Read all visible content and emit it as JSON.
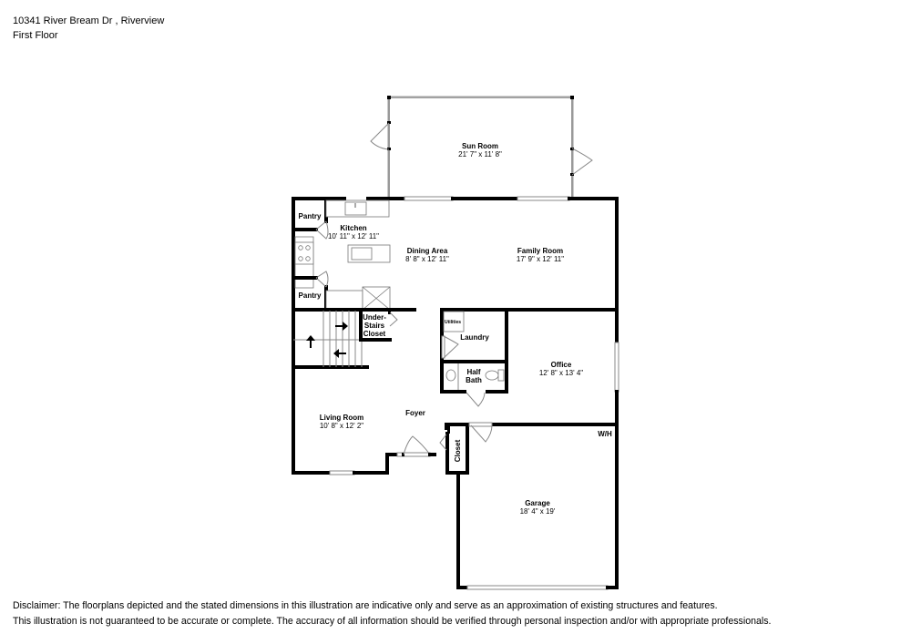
{
  "header": {
    "address": "10341 River Bream Dr , Riverview",
    "floor": "First Floor"
  },
  "rooms": {
    "sun_room": {
      "name": "Sun Room",
      "dims": "21' 7\" x 11' 8\""
    },
    "kitchen": {
      "name": "Kitchen",
      "dims": "10' 11\" x 12' 11\""
    },
    "dining_area": {
      "name": "Dining Area",
      "dims": "8' 8\" x 12' 11\""
    },
    "family_room": {
      "name": "Family Room",
      "dims": "17' 9\" x 12' 11\""
    },
    "pantry_top": {
      "name": "Pantry"
    },
    "pantry_bottom": {
      "name": "Pantry"
    },
    "under_stairs_closet": {
      "line1": "Under-",
      "line2": "Stairs",
      "line3": "Closet"
    },
    "utilities": {
      "name": "Utilities"
    },
    "laundry": {
      "name": "Laundry"
    },
    "half_bath": {
      "line1": "Half",
      "line2": "Bath"
    },
    "office": {
      "name": "Office",
      "dims": "12' 8\" x 13' 4\""
    },
    "living_room": {
      "name": "Living Room",
      "dims": "10' 8\" x 12' 2\""
    },
    "foyer": {
      "name": "Foyer"
    },
    "closet": {
      "name": "Closet"
    },
    "garage": {
      "name": "Garage",
      "dims": "18' 4\" x 19'"
    },
    "water_heater": {
      "name": "W/H"
    }
  },
  "disclaimer": {
    "line1": "Disclaimer: The floorplans depicted and the stated dimensions in this illustration are indicative only and serve as an approximation of existing structures and features.",
    "line2": "This illustration is not guaranteed to be accurate or complete. The accuracy of all information should be verified through personal inspection and/or with appropriate professionals."
  }
}
